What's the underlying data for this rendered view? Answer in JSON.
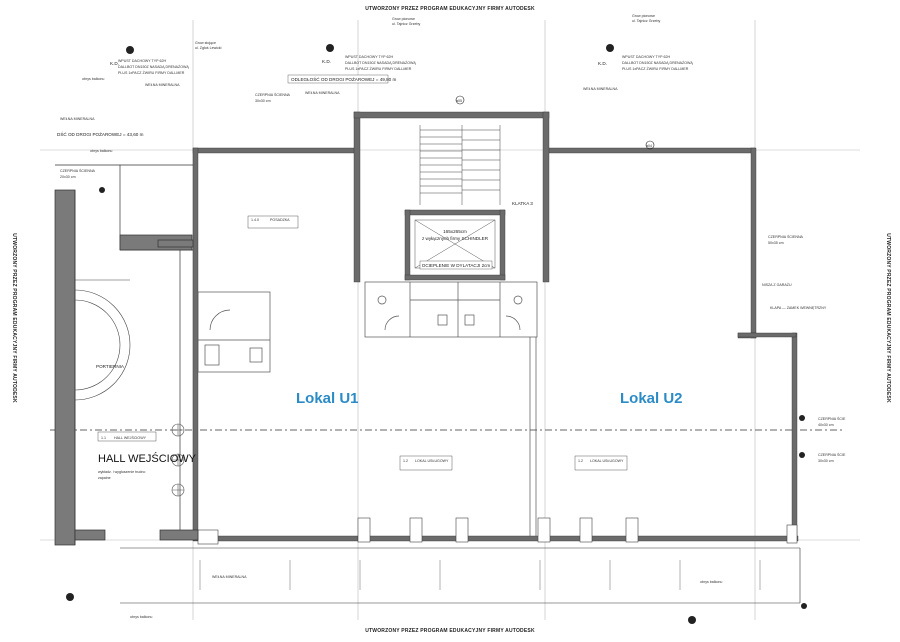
{
  "watermark": {
    "text": "UTWORZONY PRZEZ PROGRAM EDUKACYJNY FIRMY AUTODESK"
  },
  "units": {
    "lokal_u1": "Lokal U1",
    "lokal_u2": "Lokal U2"
  },
  "hall": {
    "title": "HALL WEJŚCIOWY",
    "note_line1": "wykładz. i wygłuszenie trudno",
    "note_line2": "zapalne",
    "tag_code": "1.1",
    "tag_label": "HALL WEJŚCIOWY"
  },
  "rooms": {
    "portiernia": "PORTIERNIA",
    "klatka": "KLATKA 3",
    "winda_dims": "165x265cm",
    "winda_desc": "z wyłącznych firmy SCHINDLER",
    "ocieplenie": "OCIEPLENIE W DYLATACJI 2cm",
    "lokal_u1_tag_code": "1.4.0",
    "lokal_u1_tag_name": "POSADZKA",
    "lokal_u2_tag_code": "1.2",
    "lokal_u2_tag_name": "LOKAL USŁUGOWY"
  },
  "annotations": {
    "wpust_left_title": "WPUST DACHOWY TYP 62H",
    "wpust_left_line2": "DALLBOT DN150Z NASADĄ DRENAŻOWĄ",
    "wpust_left_line3": "PLUS 1xPACZ ŻWIRU FIRMY DALLMER",
    "wpust_right_title": "WPUST DACHOWY TYP 62H",
    "wpust_right_line2": "DALLBOT DN150Z NASADĄ DRENAŻOWĄ",
    "wpust_right_line3": "PLUS 1xPACZ ŻWIRU FIRMY DALLMER",
    "grow_left": "Grow stojące",
    "grow_left_sub": "ul. Zgłoś Lewicki",
    "grow_right": "Grow pionowe",
    "grow_right_sub": "ul. Tajnicz Grzeby",
    "top_center_grow": "Grow pionowe",
    "top_center_grow_sub": "ul. Tajnicz Grzeby",
    "odleglosc": "ODLEGŁOŚĆ OD DROGI POŻAROWEJ = 49,80 m",
    "odleglosc_left": "DŚĆ OD DROGI POŻAROWEJ = 43,60 m",
    "welna_1": "WEŁNA MINERALNA",
    "welna_2": "WEŁNA MINERALNA",
    "welna_3": "WEŁNA MINERALNA",
    "welna_4": "WEŁNA MINERALNA",
    "welna_5": "WEŁNA MINERALNA",
    "czerpnia_1": "CZERPNIA ŚCIENNA",
    "czerpnia_1_dim": "20x30 cm",
    "czerpnia_2": "CZERPNIA ŚCIENNA",
    "czerpnia_2_dim": "30x30 cm",
    "czerpnia_3": "CZERPNIA ŚCIENNA",
    "czerpnia_3_dim": "50x35 cm",
    "czerpnia_4": "CZERPNIA ŚCIE",
    "czerpnia_4_dim": "40x30 cm",
    "czerpnia_5": "CZERPNIA ŚCIE",
    "czerpnia_5_dim": "30x30 cm",
    "nisza": "NISZA Z GARAŻU",
    "klapa": "KLAPA — ZAMEK WEWNĘTRZNY",
    "obrys_top": "obrys balkonu",
    "obrys_bottom": "obrys balkonu",
    "obrys_left": "obrys balkonu",
    "obrys_right": "obrys balkonu",
    "kd": "K.D.",
    "a04": "a04",
    "a05": "a05"
  }
}
